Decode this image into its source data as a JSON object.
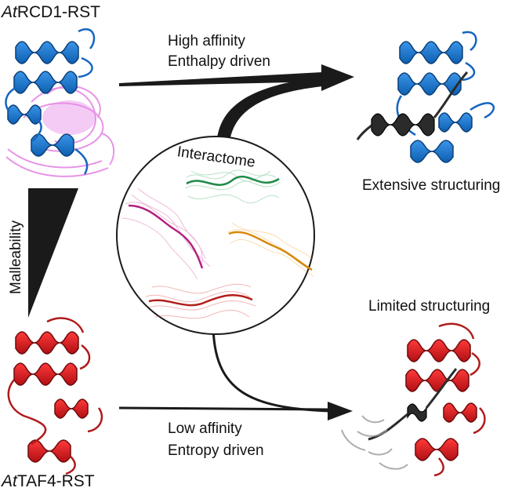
{
  "labels": {
    "top_protein_prefix": "At",
    "top_protein_suffix": "RCD1-RST",
    "bottom_protein_prefix": "At",
    "bottom_protein_suffix": "TAF4-RST",
    "high_affinity": "High affinity",
    "enthalpy_driven": "Enthalpy driven",
    "low_affinity": "Low affinity",
    "entropy_driven": "Entropy driven",
    "extensive_structuring": "Extensive structuring",
    "limited_structuring": "Limited structuring",
    "interactome": "Interactome",
    "malleability": "Malleability"
  },
  "colors": {
    "rcd1": "#1f77d4",
    "rcd1_dark": "#0d4f96",
    "taf4": "#e41a1c",
    "taf4_dark": "#a50f12",
    "ligand": "#2b2b2b",
    "magenta_idp": "#e060e0",
    "green_idp": "#3aa860",
    "orange_idp": "#f0a020",
    "pink_idp": "#d03a9a",
    "red_idp": "#d8342a",
    "arrow": "#1a1a1a"
  }
}
